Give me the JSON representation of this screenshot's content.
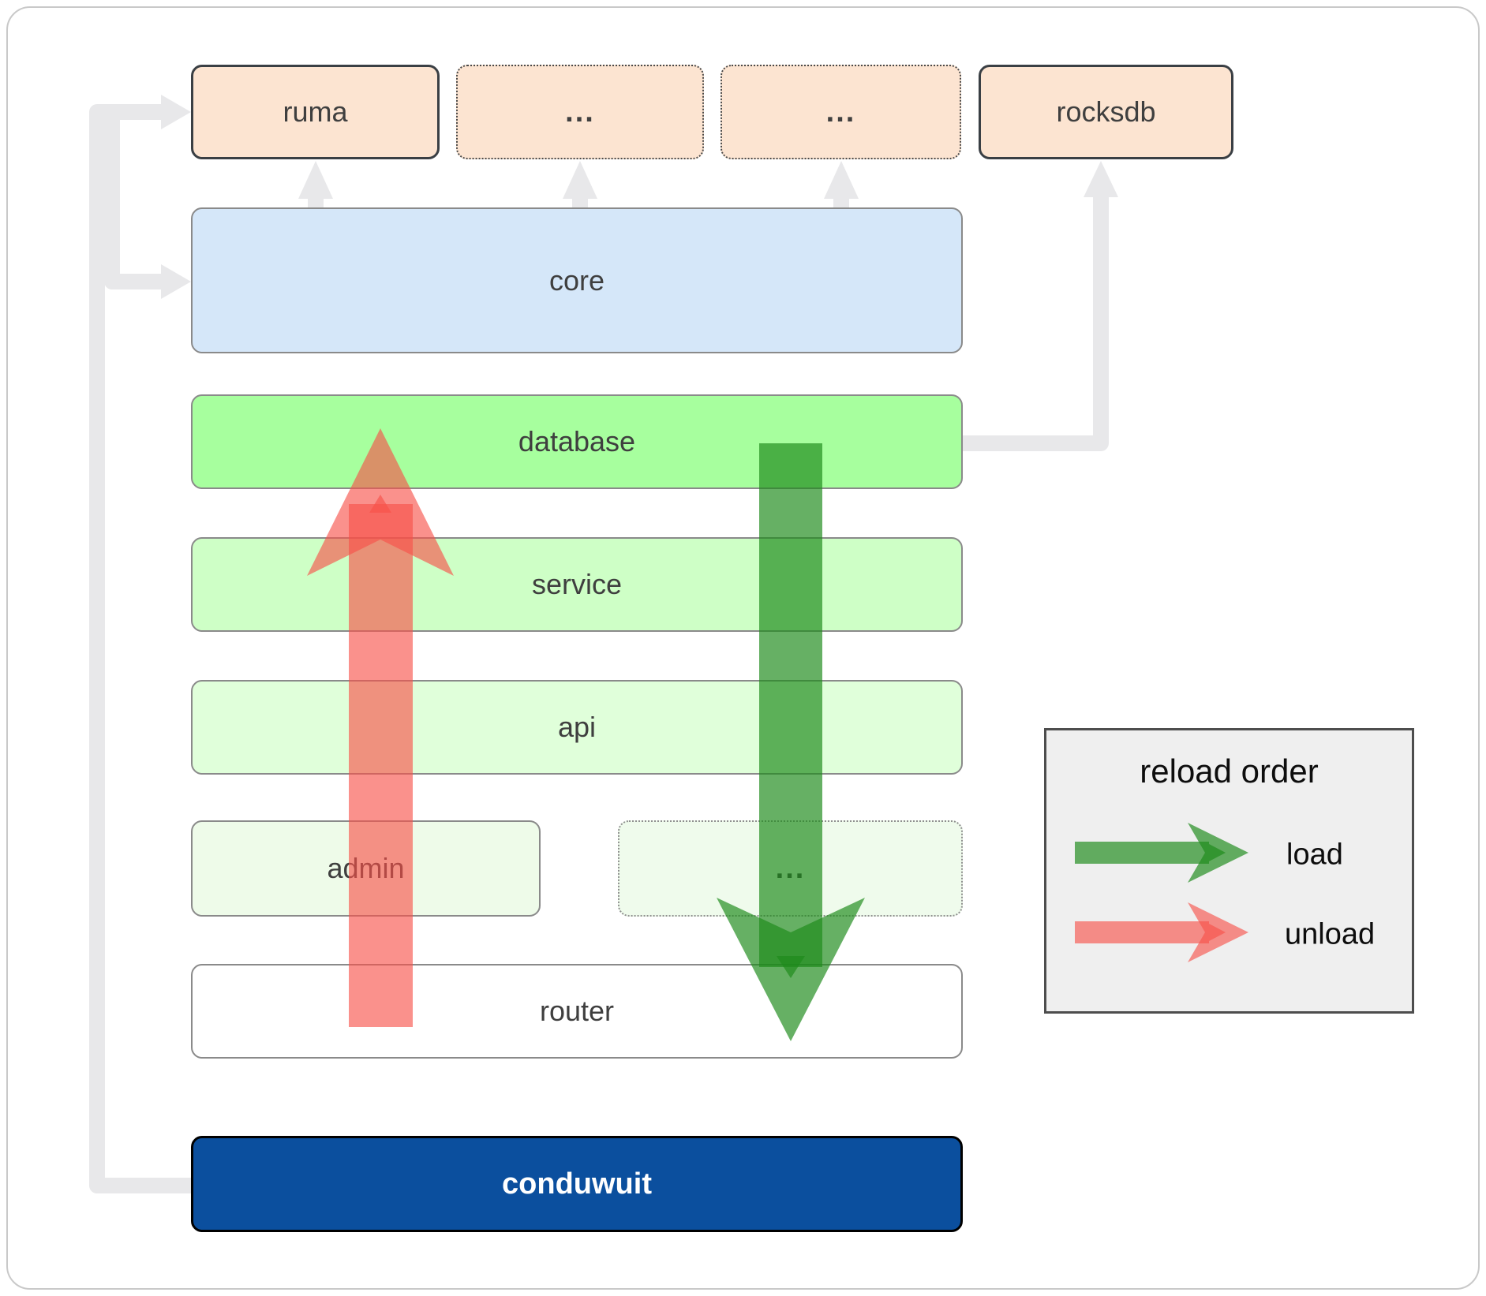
{
  "colors": {
    "peach_fill": "#fce4d1",
    "core_fill": "#d5e7f9",
    "database_fill": "#a7ff9e",
    "service_fill": "#ceffc6",
    "api_fill": "#e0ffda",
    "admin_fill": "#eefbe9",
    "dots_row_fill": "#effbec",
    "router_fill": "#ffffff",
    "conduwuit_fill": "#0b4f9e",
    "conduwuit_text": "#ffffff",
    "label_text": "#3f3f3f",
    "legend_text": "#0d0d0d",
    "legend_bg": "#efefef",
    "gray_edge": "#e8e8ea",
    "load_green": "#1d8b1a",
    "unload_red": "#f75049"
  },
  "nodes": {
    "ruma": {
      "label": "ruma"
    },
    "dots1": {
      "label": "..."
    },
    "dots2": {
      "label": "..."
    },
    "rocksdb": {
      "label": "rocksdb"
    },
    "core": {
      "label": "core"
    },
    "database": {
      "label": "database"
    },
    "service": {
      "label": "service"
    },
    "api": {
      "label": "api"
    },
    "admin": {
      "label": "admin"
    },
    "dots3": {
      "label": "..."
    },
    "router": {
      "label": "router"
    },
    "conduwuit": {
      "label": "conduwuit"
    }
  },
  "legend": {
    "title": "reload order",
    "items": [
      {
        "label": "load",
        "color": "#1d8b1a"
      },
      {
        "label": "unload",
        "color": "#f75049"
      }
    ]
  }
}
